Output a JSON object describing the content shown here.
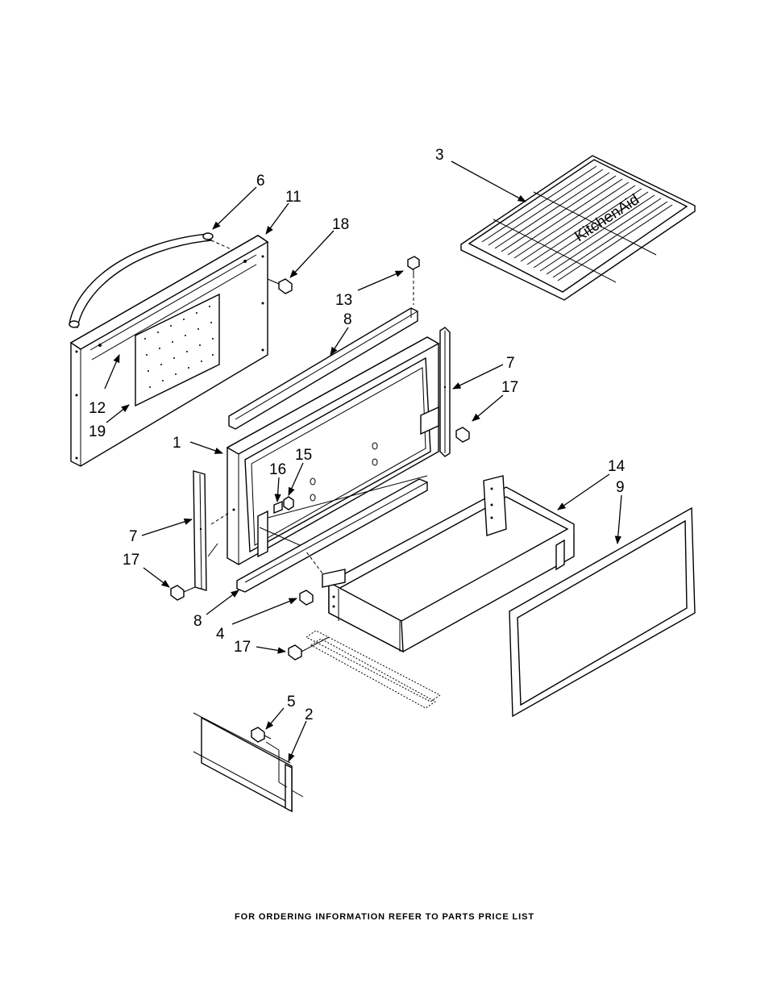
{
  "callouts": [
    {
      "id": "c3",
      "text": "3"
    },
    {
      "id": "c6",
      "text": "6"
    },
    {
      "id": "c11",
      "text": "11"
    },
    {
      "id": "c18",
      "text": "18"
    },
    {
      "id": "c13",
      "text": "13"
    },
    {
      "id": "c8a",
      "text": "8"
    },
    {
      "id": "c7a",
      "text": "7"
    },
    {
      "id": "c17a",
      "text": "17"
    },
    {
      "id": "c12",
      "text": "12"
    },
    {
      "id": "c19",
      "text": "19"
    },
    {
      "id": "c1",
      "text": "1"
    },
    {
      "id": "c16",
      "text": "16"
    },
    {
      "id": "c15",
      "text": "15"
    },
    {
      "id": "c14",
      "text": "14"
    },
    {
      "id": "c9",
      "text": "9"
    },
    {
      "id": "c7b",
      "text": "7"
    },
    {
      "id": "c17b",
      "text": "17"
    },
    {
      "id": "c8b",
      "text": "8"
    },
    {
      "id": "c4",
      "text": "4"
    },
    {
      "id": "c17c",
      "text": "17"
    },
    {
      "id": "c5",
      "text": "5"
    },
    {
      "id": "c2",
      "text": "2"
    }
  ],
  "footer": "FOR ORDERING INFORMATION REFER TO PARTS PRICE LIST"
}
